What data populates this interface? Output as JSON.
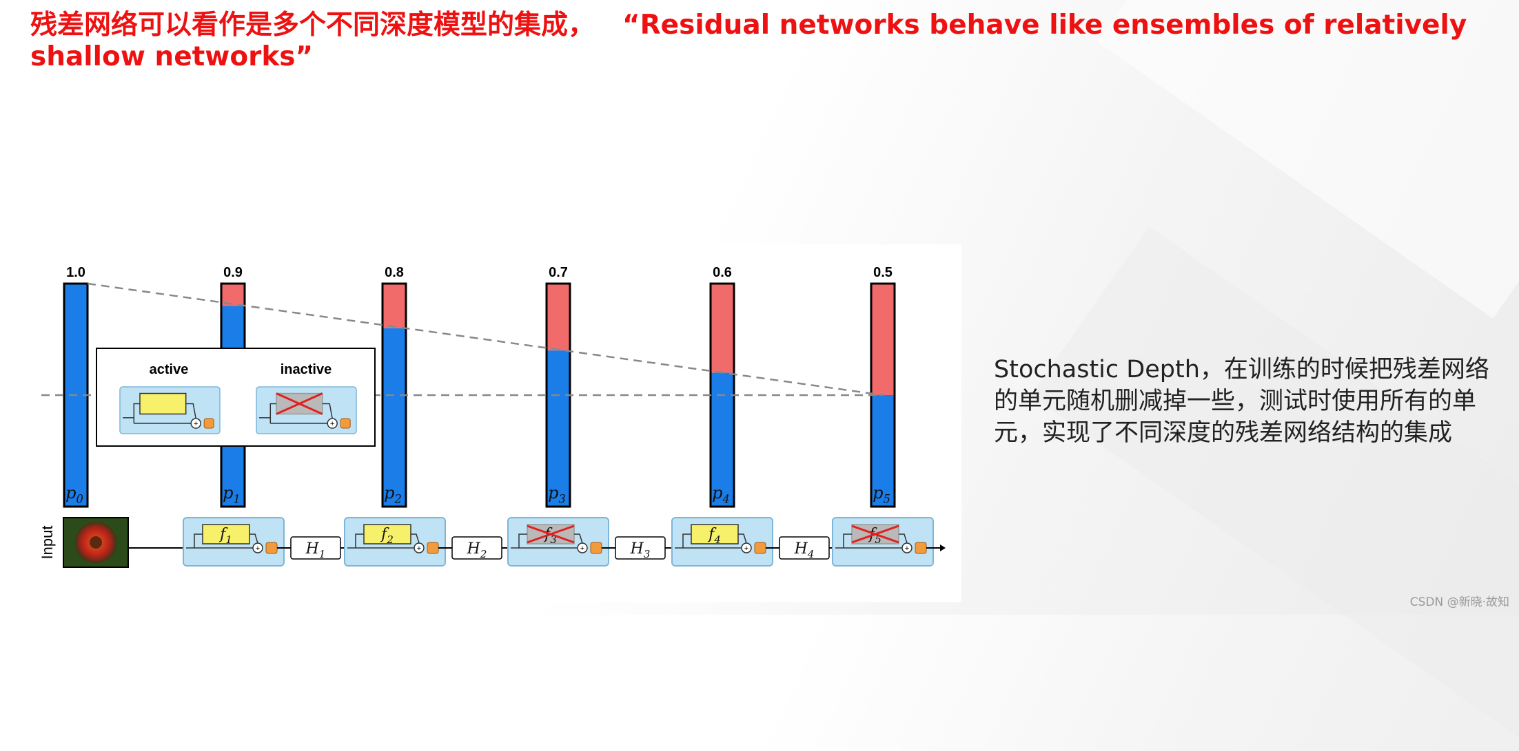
{
  "slide": {
    "title_cn": "残差网络可以看作是多个不同深度模型的集成，",
    "title_en": "“Residual networks behave like ensembles of relatively shallow networks”",
    "caption": "Stochastic Depth，在训练的时候把残差网络的单元随机删减掉一些，测试时使用所有的单元，实现了不同深度的残差网络结构的集成",
    "watermark": "CSDN @新晓·故知"
  },
  "figure": {
    "colors": {
      "survive": "#1a7de8",
      "drop": "#f26b6b",
      "block_bg": "#bfe3f5",
      "func": "#f6f06a",
      "cross": "#e02020",
      "out": "#f39a3a",
      "gray": "#b9b9b9"
    },
    "survival_bars": [
      {
        "prob": 1.0,
        "label": "1.0",
        "p": "p",
        "sub": "0"
      },
      {
        "prob": 0.9,
        "label": "0.9",
        "p": "p",
        "sub": "1"
      },
      {
        "prob": 0.8,
        "label": "0.8",
        "p": "p",
        "sub": "2"
      },
      {
        "prob": 0.7,
        "label": "0.7",
        "p": "p",
        "sub": "3"
      },
      {
        "prob": 0.6,
        "label": "0.6",
        "p": "p",
        "sub": "4"
      },
      {
        "prob": 0.5,
        "label": "0.5",
        "p": "p",
        "sub": "5"
      }
    ],
    "legend": {
      "active": "active",
      "inactive": "inactive"
    },
    "input_label": "Input",
    "blocks": [
      {
        "f": "f",
        "sub": "1",
        "active": true
      },
      {
        "f": "f",
        "sub": "2",
        "active": true
      },
      {
        "f": "f",
        "sub": "3",
        "active": false
      },
      {
        "f": "f",
        "sub": "4",
        "active": true
      },
      {
        "f": "f",
        "sub": "5",
        "active": false
      }
    ],
    "hidden": [
      {
        "h": "H",
        "sub": "1"
      },
      {
        "h": "H",
        "sub": "2"
      },
      {
        "h": "H",
        "sub": "3"
      },
      {
        "h": "H",
        "sub": "4"
      }
    ],
    "plus": "+"
  }
}
